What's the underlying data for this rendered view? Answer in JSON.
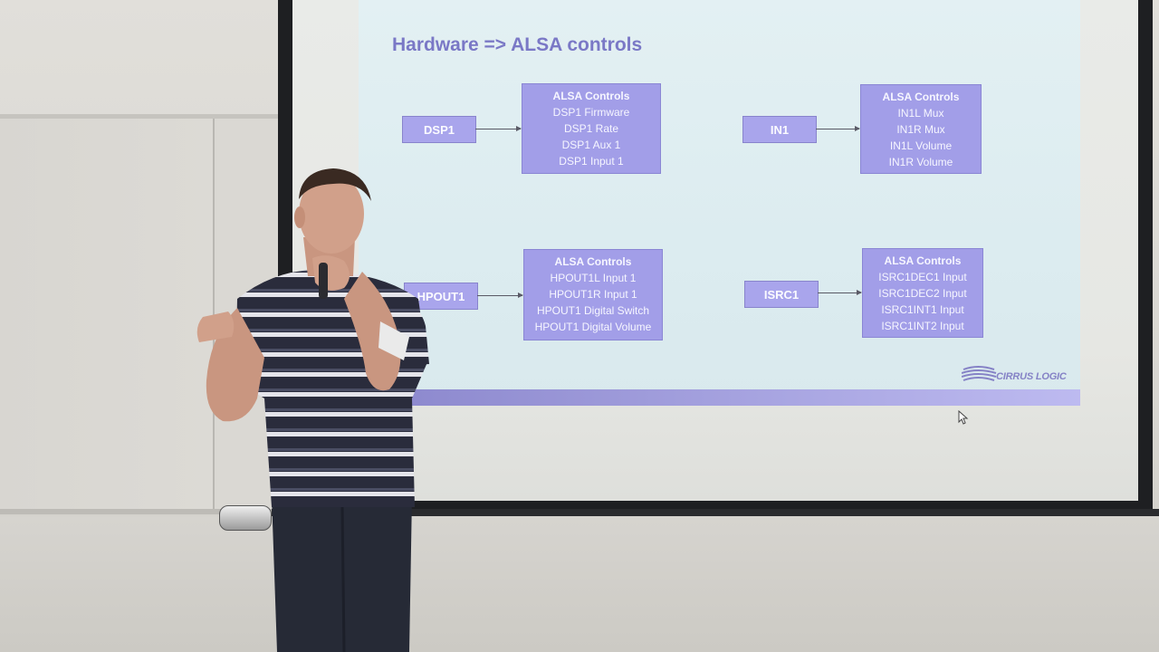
{
  "slide": {
    "title": "Hardware => ALSA controls",
    "blocks": [
      {
        "hardware": "DSP1",
        "controls_header": "ALSA Controls",
        "controls": [
          "DSP1 Firmware",
          "DSP1 Rate",
          "DSP1 Aux 1",
          "DSP1 Input 1"
        ]
      },
      {
        "hardware": "IN1",
        "controls_header": "ALSA Controls",
        "controls": [
          "IN1L Mux",
          "IN1R Mux",
          "IN1L Volume",
          "IN1R Volume"
        ]
      },
      {
        "hardware": "HPOUT1",
        "controls_header": "ALSA Controls",
        "controls": [
          "HPOUT1L Input 1",
          "HPOUT1R Input 1",
          "HPOUT1 Digital Switch",
          "HPOUT1 Digital Volume"
        ]
      },
      {
        "hardware": "ISRC1",
        "controls_header": "ALSA Controls",
        "controls": [
          "ISRC1DEC1 Input",
          "ISRC1DEC2 Input",
          "ISRC1INT1 Input",
          "ISRC1INT2 Input"
        ]
      }
    ],
    "logo_text": "CIRRUS LOGIC"
  },
  "colors": {
    "title": "#7a78c6",
    "box_fill": "#a29ee8",
    "slide_background": "#dcecf0"
  },
  "icons": {
    "cursor": "mouse-pointer-icon",
    "logo": "cirrus-logic-logo-icon"
  }
}
